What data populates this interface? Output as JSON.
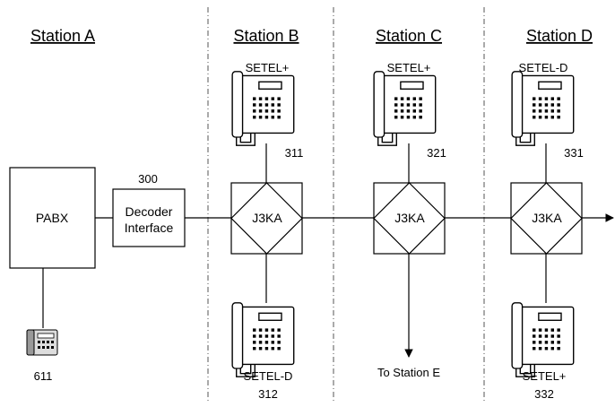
{
  "stations": [
    {
      "title": "Station A"
    },
    {
      "title": "Station B"
    },
    {
      "title": "Station C"
    },
    {
      "title": "Station D"
    }
  ],
  "nodes": {
    "pabx": "PABX",
    "decoder": {
      "number": "300",
      "line1": "Decoder",
      "line2": "Interface"
    },
    "j3ka_b": "J3KA",
    "j3ka_c": "J3KA",
    "j3ka_d": "J3KA"
  },
  "phones": {
    "b_top": {
      "type": "SETEL+",
      "number": "311"
    },
    "c_top": {
      "type": "SETEL+",
      "number": "321"
    },
    "d_top": {
      "type": "SETEL-D",
      "number": "331"
    },
    "b_bottom": {
      "type": "SETEL-D",
      "number": "312"
    },
    "d_bottom": {
      "type": "SETEL+",
      "number": "332"
    },
    "pabx_phone": {
      "number": "611"
    }
  },
  "destination": {
    "label": "To Station E"
  }
}
